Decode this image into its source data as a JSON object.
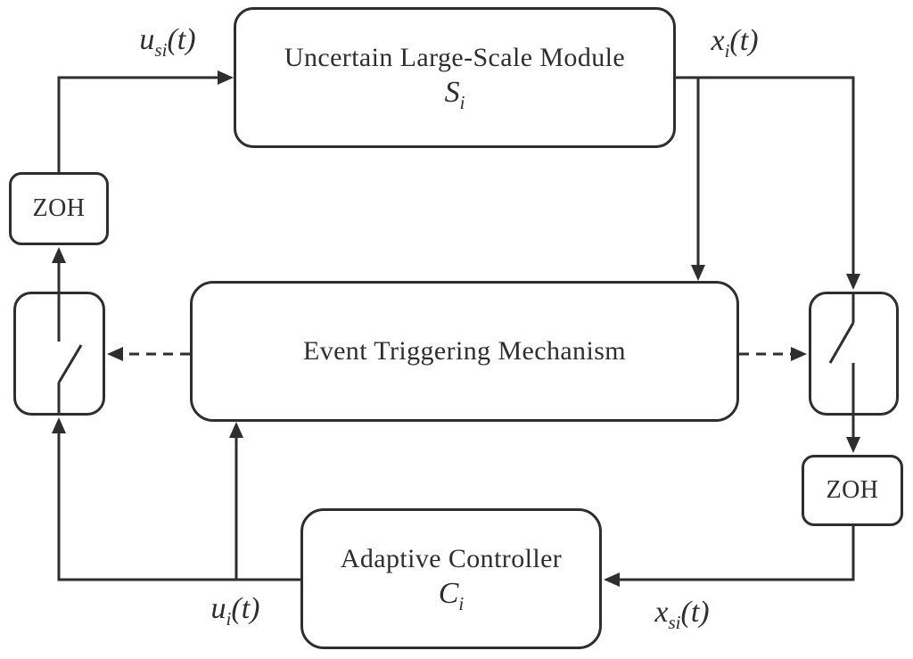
{
  "diagram": {
    "colors": {
      "stroke": "#2e2e2e",
      "background": "#ffffff",
      "text": "#2e2e2e"
    },
    "boxes": {
      "module": {
        "title": "Uncertain Large-Scale Module",
        "symbol": "S",
        "symbol_sub": "i"
      },
      "etm": {
        "title": "Event Triggering Mechanism"
      },
      "controller": {
        "title": "Adaptive Controller",
        "symbol": "C",
        "symbol_sub": "i"
      },
      "zoh_left": {
        "label": "ZOH"
      },
      "zoh_right": {
        "label": "ZOH"
      }
    },
    "signals": {
      "usi": {
        "base": "u",
        "sub": "si",
        "rest": "(t)"
      },
      "xi": {
        "base": "x",
        "sub": "i",
        "rest": "(t)"
      },
      "ui": {
        "base": "u",
        "sub": "i",
        "rest": "(t)"
      },
      "xsi": {
        "base": "x",
        "sub": "si",
        "rest": "(t)"
      }
    }
  }
}
